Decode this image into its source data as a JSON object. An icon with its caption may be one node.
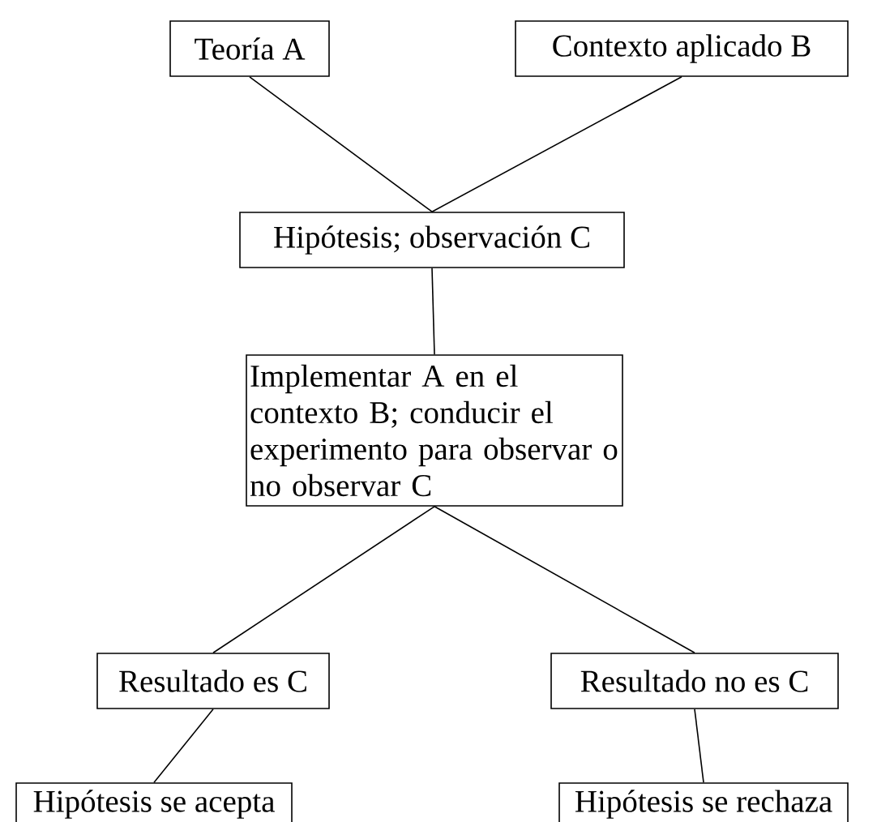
{
  "diagram": {
    "nodes": [
      {
        "text": [
          "Teoría A"
        ]
      },
      {
        "text": [
          "Contexto aplicado B"
        ]
      },
      {
        "text": [
          "Hipótesis; observación C"
        ]
      },
      {
        "text": [
          "Implementar A en el contexto B; conducir el experimento para observar o no observar C"
        ]
      },
      {
        "text": [
          "Resultado es C"
        ]
      },
      {
        "text": [
          "Resultado no es C"
        ]
      },
      {
        "text": [
          "Hipótesis se acepta"
        ]
      },
      {
        "text": [
          "Hipótesis se rechaza"
        ]
      }
    ],
    "edges": [
      {
        "from": 0,
        "to": 2,
        "arrow": "none"
      },
      {
        "from": 1,
        "to": 2,
        "arrow": "none"
      },
      {
        "from": 2,
        "to": 3,
        "arrow": "none"
      },
      {
        "from": 3,
        "to": 4,
        "arrow": "none"
      },
      {
        "from": 3,
        "to": 5,
        "arrow": "none"
      },
      {
        "from": 4,
        "to": 6,
        "arrow": "none"
      },
      {
        "from": 5,
        "to": 7,
        "arrow": "none"
      }
    ]
  }
}
